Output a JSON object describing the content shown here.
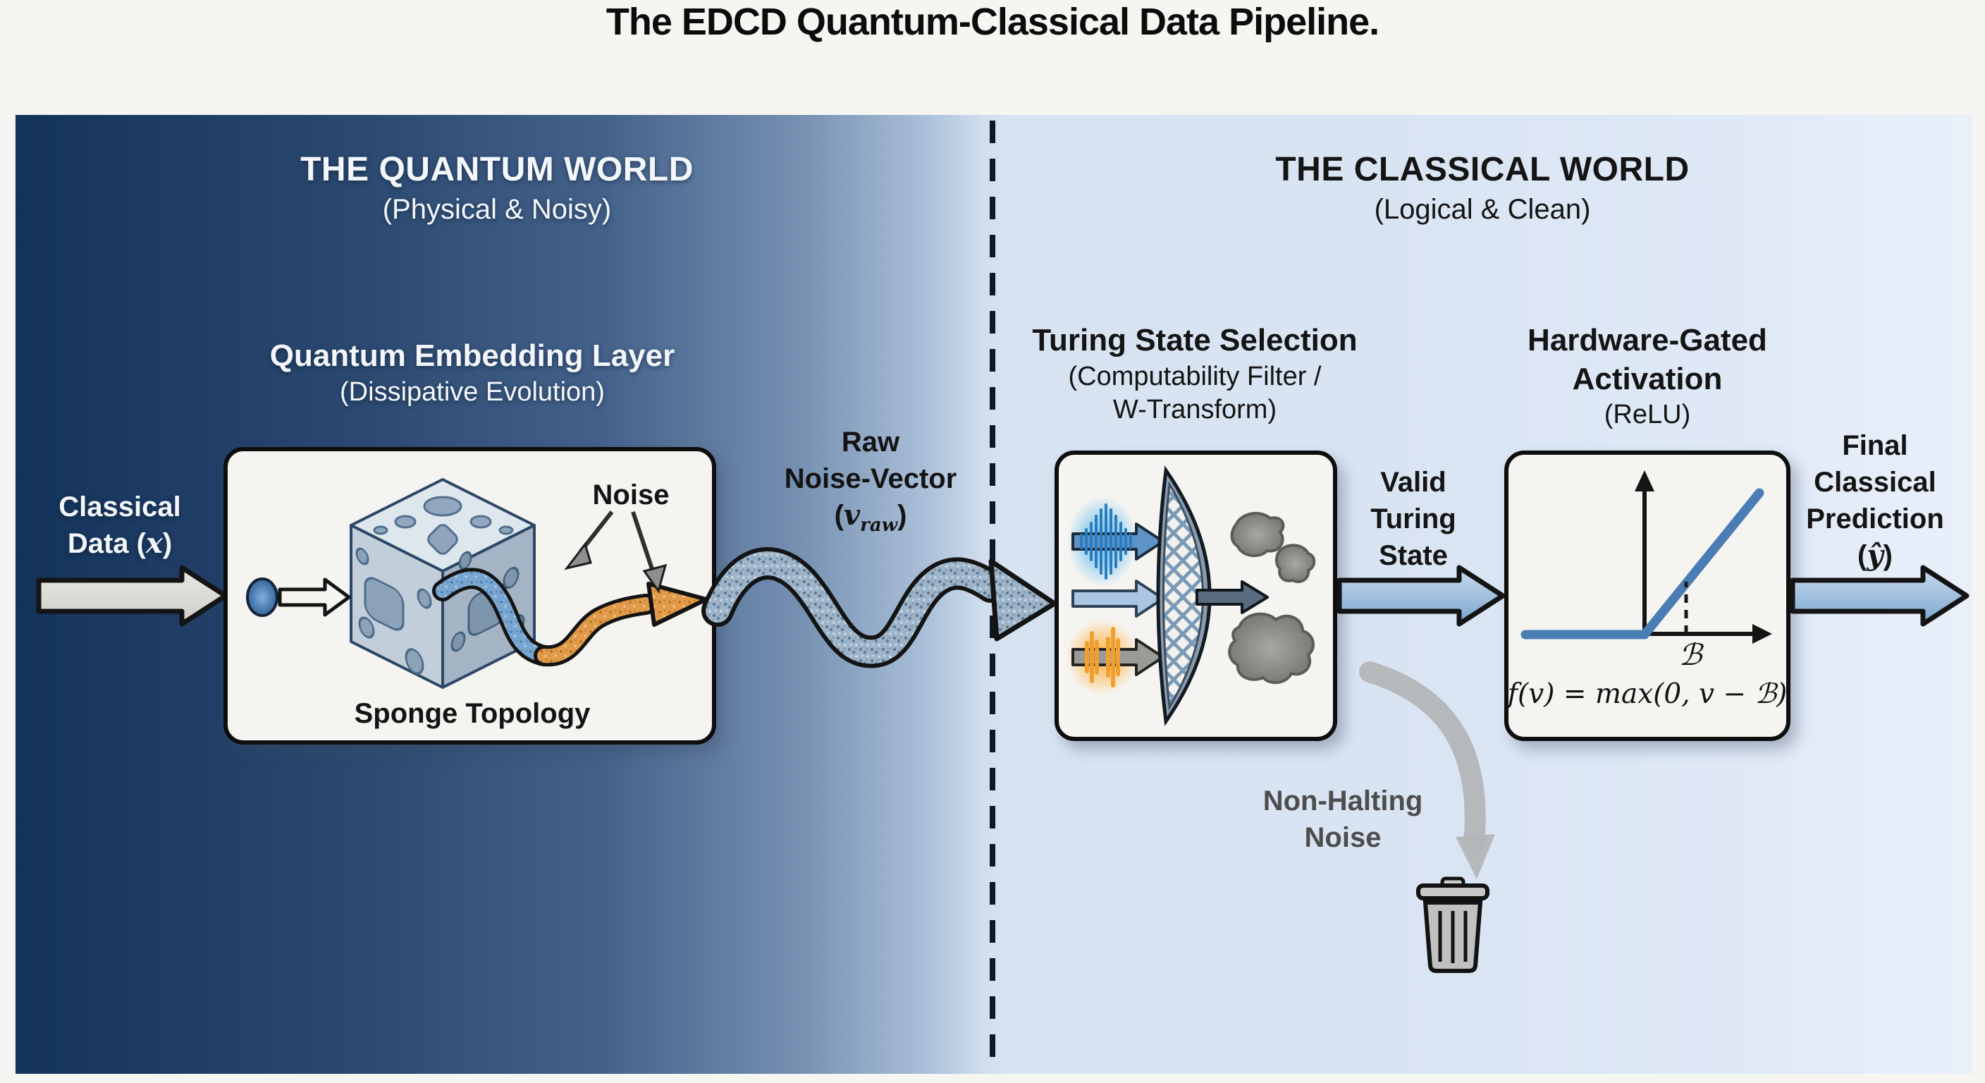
{
  "title": "The EDCD Quantum-Classical Data Pipeline.",
  "colors": {
    "panel_left_dark": "#14335a",
    "panel_right_light": "#dbe6f4",
    "relu_line_blue": "#4a7db3",
    "arrow_blue_fill": "#8fb4d9",
    "orange": "#e8973f",
    "discard_gray": "#b4b6b8"
  },
  "quantum": {
    "heading": "THE QUANTUM WORLD",
    "subheading": "(Physical & Noisy)",
    "input": {
      "line1": "Classical",
      "line2_pre": "Data (",
      "var": "x",
      "line2_post": ")"
    },
    "embedding": {
      "title": "Quantum Embedding Layer",
      "subtitle": "(Dissipative Evolution)",
      "noise_label": "Noise",
      "caption": "Sponge Topology"
    },
    "raw_vector": {
      "line1": "Raw",
      "line2": "Noise-Vector",
      "pre": "(",
      "var": "v",
      "sub": "raw",
      "post": ")"
    }
  },
  "classical": {
    "heading": "THE CLASSICAL WORLD",
    "subheading": "(Logical & Clean)",
    "turing": {
      "title": "Turing State Selection",
      "sub1": "(Computability Filter /",
      "sub2": "W-Transform)"
    },
    "valid": {
      "line1": "Valid",
      "line2": "Turing",
      "line3": "State"
    },
    "activation": {
      "title1": "Hardware-Gated",
      "title2": "Activation",
      "subtitle": "(ReLU)",
      "threshold_label": "ℬ",
      "formula": "f(v) = max(0, v − ℬ)"
    },
    "output": {
      "line1": "Final",
      "line2": "Classical",
      "line3": "Prediction",
      "pre": "(",
      "var": "ŷ",
      "post": ")"
    },
    "discard": {
      "line1": "Non-Halting",
      "line2": "Noise"
    }
  }
}
